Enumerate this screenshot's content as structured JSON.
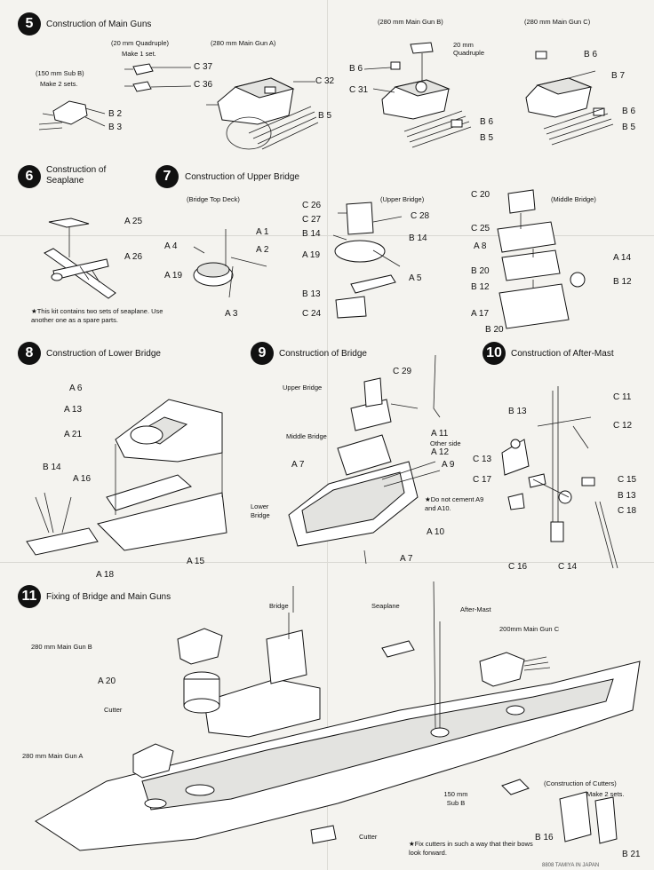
{
  "steps": [
    {
      "num": "5",
      "title": "Construction of Main Guns"
    },
    {
      "num": "6",
      "title": "Construction of Seaplane"
    },
    {
      "num": "7",
      "title": "Construction of Upper Bridge"
    },
    {
      "num": "8",
      "title": "Construction of Lower Bridge"
    },
    {
      "num": "9",
      "title": "Construction of Bridge"
    },
    {
      "num": "10",
      "title": "Construction of After-Mast"
    },
    {
      "num": "11",
      "title": "Fixing of Bridge and Main Guns"
    }
  ],
  "s5": {
    "sub_b_caption": "(150 mm Sub B)",
    "sub_b_make": "Make 2 sets.",
    "quad_caption": "(20 mm Quadruple)",
    "quad_make": "Make 1 set.",
    "gun_a_caption": "(280 mm Main Gun A)",
    "gun_b_caption": "(280 mm Main Gun B)",
    "gun_c_caption": "(280 mm Main Gun C)",
    "quad_label": "20 mm Quadruple",
    "parts": {
      "c37": "C 37",
      "c36": "C 36",
      "b2": "B 2",
      "b3": "B 3",
      "c32": "C 32",
      "b5a": "B 5",
      "b6a": "B 6",
      "c31": "C 31",
      "b6b": "B 6",
      "b5b": "B 5",
      "b6c": "B 6",
      "b7": "B 7",
      "b6d": "B 6",
      "b5c": "B 5"
    }
  },
  "s6": {
    "parts": {
      "a25": "A 25",
      "a26": "A 26"
    },
    "note": "★This kit contains two sets of seaplane. Use another one as a spare parts."
  },
  "s7": {
    "top_deck": "(Bridge Top Deck)",
    "upper_bridge": "(Upper Bridge)",
    "middle_bridge": "(Middle Bridge)",
    "parts": {
      "a1": "A 1",
      "a2": "A 2",
      "a4": "A 4",
      "a19a": "A 19",
      "a3": "A 3",
      "c26": "C 26",
      "c27": "C 27",
      "c28": "C 28",
      "b14a": "B 14",
      "b14b": "B 14",
      "a19b": "A 19",
      "a5": "A 5",
      "b13": "B 13",
      "c24": "C 24",
      "c20": "C 20",
      "c25": "C 25",
      "a8": "A 8",
      "a14": "A 14",
      "b20a": "B 20",
      "b12a": "B 12",
      "b12b": "B 12",
      "a17": "A 17",
      "b20b": "B 20"
    }
  },
  "s8": {
    "parts": {
      "a6": "A 6",
      "a13": "A 13",
      "a21": "A 21",
      "a16": "A 16",
      "b14": "B 14",
      "a18": "A 18",
      "a15": "A 15"
    }
  },
  "s9": {
    "upper_bridge": "Upper Bridge",
    "middle_bridge": "Middle Bridge",
    "lower_bridge": "Lower Bridge",
    "other_side": "Other side",
    "do_not_cement": "★Do not cement A9 and A10.",
    "parts": {
      "c29": "C 29",
      "a11": "A 11",
      "a12": "A 12",
      "a7a": "A 7",
      "a9": "A 9",
      "a10": "A 10",
      "a7b": "A 7"
    }
  },
  "s10": {
    "parts": {
      "c11": "C 11",
      "c12": "C 12",
      "b13a": "B 13",
      "c13": "C 13",
      "c17": "C 17",
      "c15": "C 15",
      "b13b": "B 13",
      "c18": "C 18",
      "c16": "C 16",
      "c14": "C 14"
    }
  },
  "s11": {
    "bridge": "Bridge",
    "seaplane": "Seaplane",
    "after_mast": "After-Mast",
    "gun_b": "280 mm Main Gun B",
    "gun_c": "200mm Main Gun C",
    "gun_a": "280 mm Main Gun A",
    "cutter": "Cutter",
    "cutter2": "Cutter",
    "sub_b": "150 mm Sub B",
    "a20": "A 20",
    "cutters_caption": "(Construction of Cutters)",
    "cutters_make": "Make 2 sets.",
    "b16": "B 16",
    "b21": "B 21",
    "fix_note": "★Fix cutters in such a way that their bows look forward."
  },
  "footer": "8808 TAMIYA IN JAPAN"
}
